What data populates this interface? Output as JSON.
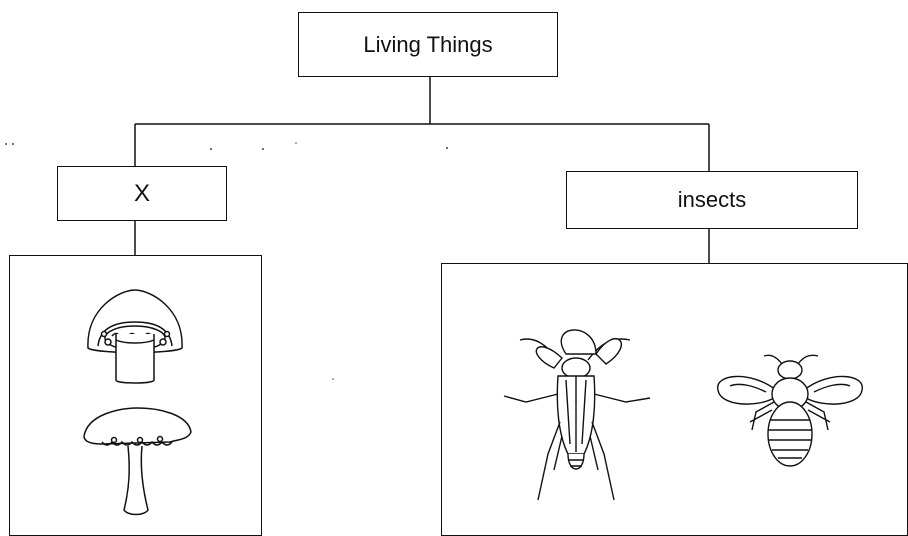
{
  "diagram": {
    "root": {
      "label": "Living Things"
    },
    "children": [
      {
        "label": "X",
        "illustrations": [
          "mushroom-cap-icon",
          "mushroom-icon"
        ]
      },
      {
        "label": "insects",
        "illustrations": [
          "beetle-icon",
          "bee-icon"
        ]
      }
    ]
  }
}
